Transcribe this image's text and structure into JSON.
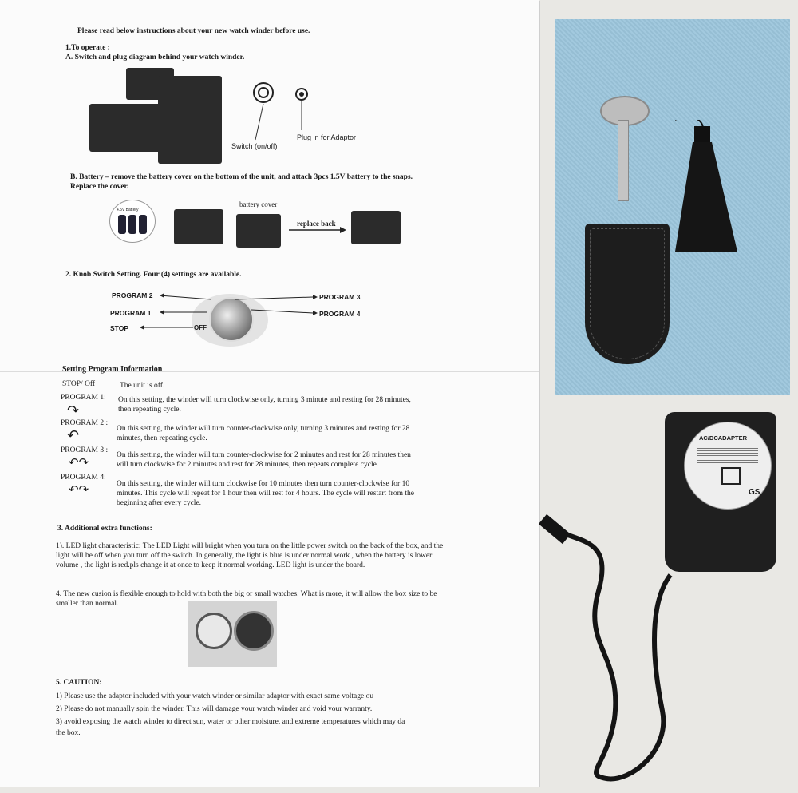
{
  "sheet": {
    "heading": "Please read below instructions about your new watch winder before use.",
    "s1_title": "1.To operate :",
    "s1_a": "A. Switch and plug diagram behind your watch winder.",
    "switch_label": "Switch (on/off)",
    "plug_label": "Plug in for Adaptor",
    "s1_b_line1": "B. Battery – remove the battery cover on the bottom of the unit, and attach 3pcs 1.5V battery to the snaps.",
    "s1_b_line2": "Replace the cover.",
    "battery_small": "4.5V Battery",
    "battery_cover": "battery cover",
    "replace_back": "replace back",
    "s2_title": "2. Knob Switch Setting. Four (4) settings are available.",
    "program2": "PROGRAM 2",
    "program1": "PROGRAM 1",
    "stop": "STOP",
    "off": "OFF",
    "program3": "PROGRAM 3",
    "program4": "PROGRAM 4",
    "setting_info": "Setting Program Information",
    "rows": [
      {
        "label": "STOP/ Off",
        "text": "The unit is off."
      },
      {
        "label": "PROGRAM 1:",
        "text": "On this setting, the winder will turn clockwise only, turning 3 minute and resting for 28 minutes, then repeating cycle."
      },
      {
        "label": "PROGRAM 2 :",
        "text": "On this setting, the winder will turn counter-clockwise only, turning 3 minutes and resting for 28 minutes, then repeating cycle."
      },
      {
        "label": "PROGRAM 3 :",
        "text": "On this setting, the winder will turn counter-clockwise for 2 minutes and rest for 28 minutes then will turn clockwise for 2 minutes and rest for 28 minutes, then repeats complete cycle."
      },
      {
        "label": "PROGRAM 4:",
        "text": "On this setting, the winder will turn clockwise for 10 minutes then turn counter-clockwise for 10 minutes. This cycle will repeat for 1 hour then will rest for 4 hours. The cycle will restart from the beginning after every cycle."
      }
    ],
    "s3_title": "3. Additional extra functions:",
    "s3_1": "1). LED light characteristic: The LED Light will bright when you turn on the little power switch on the back of the box, and the light will be off when you turn off the switch. In generally, the light is blue is under normal work , when the battery is lower volume , the light is red.pls change it at once to keep it normal working. LED light is under the board.",
    "s3_4": "4. The new cusion is flexible enough to hold with both the big or small watches. What is more, it will allow the box size to be smaller than normal.",
    "s5_title": "5. CAUTION:",
    "c1": "1) Please use the adaptor included with your watch winder or similar adaptor with exact same voltage ou",
    "c2": "2) Please do not manually spin the winder. This will damage your watch winder and void your warranty.",
    "c3": "3) avoid exposing the watch winder to direct sun, water or other moisture, and extreme temperatures which may da",
    "c3b": "the box."
  },
  "adapter_label": "AC/DCADAPTER"
}
